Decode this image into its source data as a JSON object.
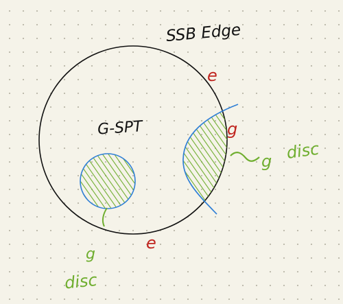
{
  "title": "SSB Edge",
  "big_circle_label": "G-SPT",
  "edge_labels": [
    "e",
    "e"
  ],
  "g_label": "g",
  "small_disc_label": {
    "g": "g",
    "disc": "disc"
  },
  "right_disc_label": {
    "g": "g",
    "disc": "disc"
  },
  "colors": {
    "background": "#f5f3e9",
    "dots": "#b9b6a8",
    "ink": "#111111",
    "edge_red": "#c0251f",
    "disc_blue": "#2f7fd6",
    "hatch_green": "#6fae2f"
  }
}
